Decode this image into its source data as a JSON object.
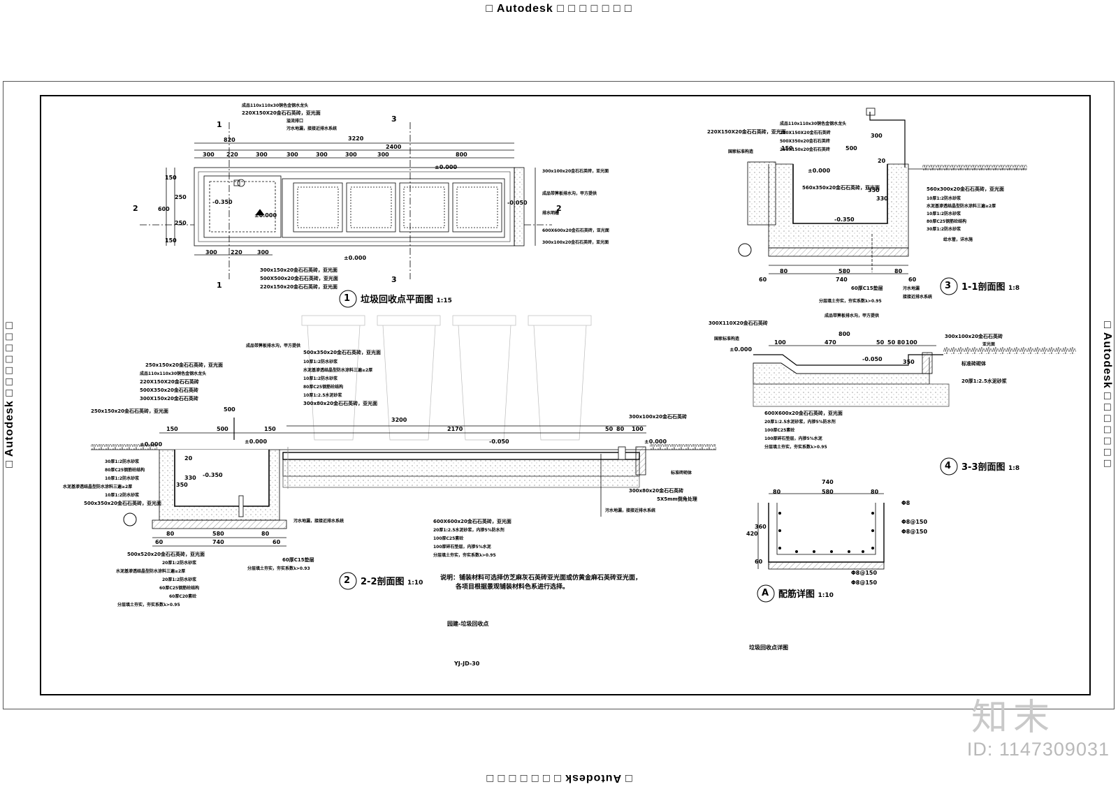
{
  "banner": {
    "text": "□ Autodesk □ □ □ □ □ □ □"
  },
  "titles": {
    "plan": {
      "num": "1",
      "name": "垃圾回收点平面图",
      "scale": "1:15"
    },
    "sec22": {
      "num": "2",
      "name": "2-2剖面图",
      "scale": "1:10"
    },
    "sec11": {
      "num": "3",
      "name": "1-1剖面图",
      "scale": "1:8"
    },
    "sec33": {
      "num": "4",
      "name": "3-3剖面图",
      "scale": "1:8"
    },
    "rebar": {
      "num": "A",
      "name": "配筋详图",
      "scale": "1:10"
    }
  },
  "note": {
    "line1": "说明：铺装材料可选择仿芝麻灰石英砖亚光面或仿黄金麻石英砖亚光面，",
    "line2": "各项目根据景观铺装材料色系进行选择。"
  },
  "sheet": {
    "left_title": "园建-垃圾回收点",
    "right_title": "垃圾回收点详图",
    "code": "YJ-JD-30"
  },
  "watermark": {
    "id": "ID: 1147309031",
    "logo": "知末"
  },
  "plan": {
    "dims_top": [
      "820",
      "3220",
      "2400"
    ],
    "dims_row": [
      "300",
      "220",
      "300",
      "300",
      "300",
      "300",
      "300",
      "800"
    ],
    "dims_bottom": [
      "300",
      "220",
      "300"
    ],
    "dims_left": [
      "150",
      "250",
      "600",
      "250",
      "150"
    ],
    "levels": [
      "±0.000",
      "-0.350",
      "±0.000",
      "-0.050",
      "±0.000"
    ],
    "section_marks": [
      "1",
      "1",
      "2",
      "2",
      "3",
      "3"
    ],
    "callouts_top": [
      "成品110x110x30铜色金钢水龙头",
      "220X150X20金石石英砖，亚光面",
      "溢流排口",
      "污水地漏，接接近排水系统"
    ],
    "callouts_right": [
      "300x100x20金石石英砖，亚光面",
      "成品带箅板排水沟，甲方提供",
      "排水明槽",
      "600X600x20金石石英砖，亚光面",
      "300x100x20金石石英砖，亚光面"
    ],
    "callouts_bottom": [
      "300x150x20金石石英砖，亚光面",
      "500X500x20金石石英砖，亚光面",
      "220x150x20金石石英砖，亚光面"
    ]
  },
  "sec11": {
    "dims": [
      "150",
      "500",
      "80",
      "580",
      "740",
      "80",
      "60",
      "60",
      "300",
      "330",
      "20",
      "350"
    ],
    "levels": [
      "±0.000",
      "-0.350"
    ],
    "callouts": [
      "成品110x110x30铜色金钢水龙头",
      "220X150X20金石石英砖",
      "500X350x20金石石英砖",
      "250X150x20金石石英砖",
      "国家标准构造",
      "220X150X20金石石英砖，亚光面",
      "560x350x20金石石英砖，亚光面",
      "560x300x20金石石英砖，亚光面",
      "10厚1:2防水砂浆",
      "水泥基渗透结晶型防水涂料三遍≥2厚",
      "10厚1:2防水砂浆",
      "80厚C25钢筋砼结构",
      "30厚1:2防水砂浆",
      "给水管，详水施",
      "60厚C15垫层",
      "污水地漏",
      "接接近排水系统",
      "分层填土夯实，夯实系数λ>0.95"
    ]
  },
  "sec33": {
    "dims": [
      "800",
      "100",
      "470",
      "50",
      "50",
      "80",
      "100",
      "350"
    ],
    "levels": [
      "±0.000",
      "-0.050"
    ],
    "callouts": [
      "300X110X20金石石英砖",
      "国家标准构造",
      "成品带箅板排水沟，甲方提供",
      "300x100x20金石石英砖",
      "亚光面",
      "标准砖砌体",
      "20厚1:2.5水泥砂浆",
      "600X600x20金石石英砖，亚光面",
      "20厚1:2.5水泥砂浆，内掺5%防水剂",
      "100厚C25素砼",
      "100厚碎石垫层，内掺5%水泥",
      "分层填土夯实，夯实系数λ>0.95"
    ]
  },
  "rebar": {
    "dims": [
      "740",
      "80",
      "580",
      "80",
      "420",
      "360",
      "60"
    ],
    "bars": [
      "Φ8",
      "Φ8@150",
      "Φ8@150",
      "Φ8@150",
      "Φ8@150"
    ]
  },
  "sec22": {
    "dims": [
      "150",
      "500",
      "150",
      "3200",
      "2170",
      "50",
      "80",
      "100",
      "60",
      "80",
      "580",
      "80",
      "60",
      "740",
      "20",
      "330",
      "350",
      "500"
    ],
    "levels": [
      "±0.000",
      "±0.000",
      "-0.350",
      "-0.050",
      "±0.000"
    ],
    "callouts_left": [
      "250x150x20金石石英砖，亚光面",
      "成品110x110x30铜色金钢水龙头",
      "220X150X20金石石英砖",
      "500X350x20金石石英砖",
      "300X150x20金石石英砖",
      "250x150x20金石石英砖，亚光面",
      "30厚1:2防水砂浆",
      "80厚C25钢筋砼结构",
      "10厚1:2防水砂浆",
      "水泥基渗透结晶型防水涂料三遍≥2厚",
      "10厚1:2防水砂浆",
      "500x350x20金石石英砖，亚光面"
    ],
    "callouts_top": [
      "成品带箅板排水沟，甲方提供",
      "500x350x20金石石英砖，亚光面",
      "10厚1:2防水砂浆",
      "水泥基渗透结晶型防水涂料三遍≥2厚",
      "10厚1:2防水砂浆",
      "80厚C25钢筋砼结构",
      "10厚1:2.5水泥砂浆",
      "300x80x20金石石英砖，亚光面"
    ],
    "callouts_right": [
      "300x100x20金石石英砖",
      "标准砖砌体",
      "300x80x20金石石英砖",
      "5X5mm倒角处理",
      "污水地漏，接接近排水系统"
    ],
    "callouts_bottom": [
      "500x520x20金石石英砖，亚光面",
      "20厚1:2防水砂浆",
      "水泥基渗透结晶型防水涂料三遍≥2厚",
      "20厚1:2防水砂浆",
      "60厚C25钢筋砼结构",
      "60厚C20素砼",
      "分层填土夯实，夯实系数λ>0.95",
      "污水地漏，接接近排水系统",
      "60厚C15垫层",
      "分层填土夯实，夯实系数λ>0.93"
    ],
    "callouts_mid": [
      "600X600x20金石石英砖，亚光面",
      "20厚1:2.5水泥砂浆，内掺5%防水剂",
      "100厚C25素砼",
      "100厚碎石垫层，内掺5%水泥",
      "分层填土夯实，夯实系数λ>0.95"
    ]
  }
}
